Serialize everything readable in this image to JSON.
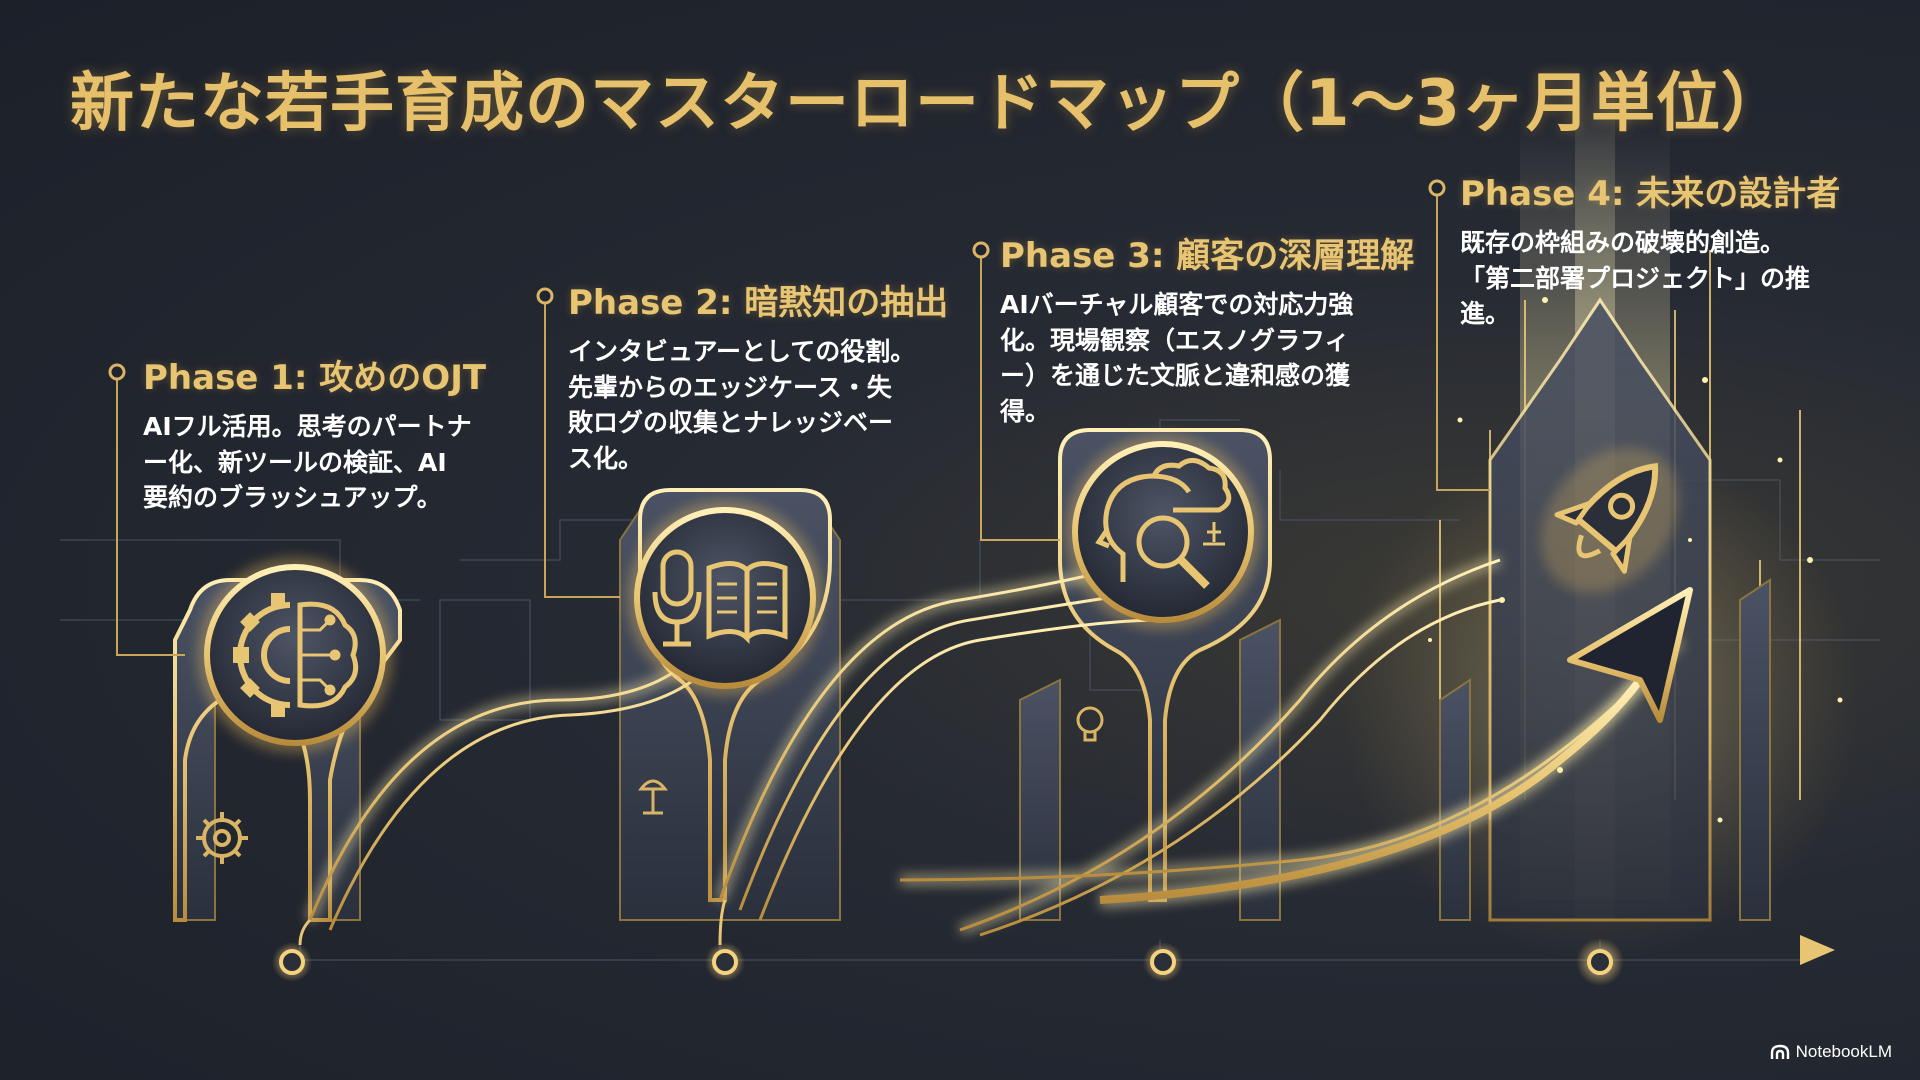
{
  "title": "新たな若手育成のマスターロードマップ（1〜3ヶ月単位）",
  "phases": [
    {
      "heading": "Phase 1: 攻めのOJT",
      "body": "AIフル活用。思考のパートナ\nー化、新ツールの検証、AI\n要約のブラッシュアップ。",
      "icon": "gear-brain-icon"
    },
    {
      "heading": "Phase 2: 暗黙知の抽出",
      "body": "インタビュアーとしての役割。\n先輩からのエッジケース・失\n敗ログの収集とナレッジベー\nス化。",
      "icon": "microphone-book-icon"
    },
    {
      "heading": "Phase 3: 顧客の深層理解",
      "body": "AIバーチャル顧客での対応力強\n化。現場観察（エスノグラフィ\nー）を通じた文脈と違和感の獲\n得。",
      "icon": "head-magnifier-icon"
    },
    {
      "heading": "Phase 4: 未来の設計者",
      "body": "既存の枠組みの破壊的創造。\n「第二部署プロジェクト」の推\n進。",
      "icon": "rocket-arrow-icon"
    }
  ],
  "brand": {
    "label": "NotebookLM",
    "icon": "notebooklm-logo-icon"
  },
  "colors": {
    "gold": "#e8c572",
    "gold_bright": "#fff2b0",
    "background": "#232833",
    "panel": "#3a4150",
    "text": "#ffffff"
  }
}
